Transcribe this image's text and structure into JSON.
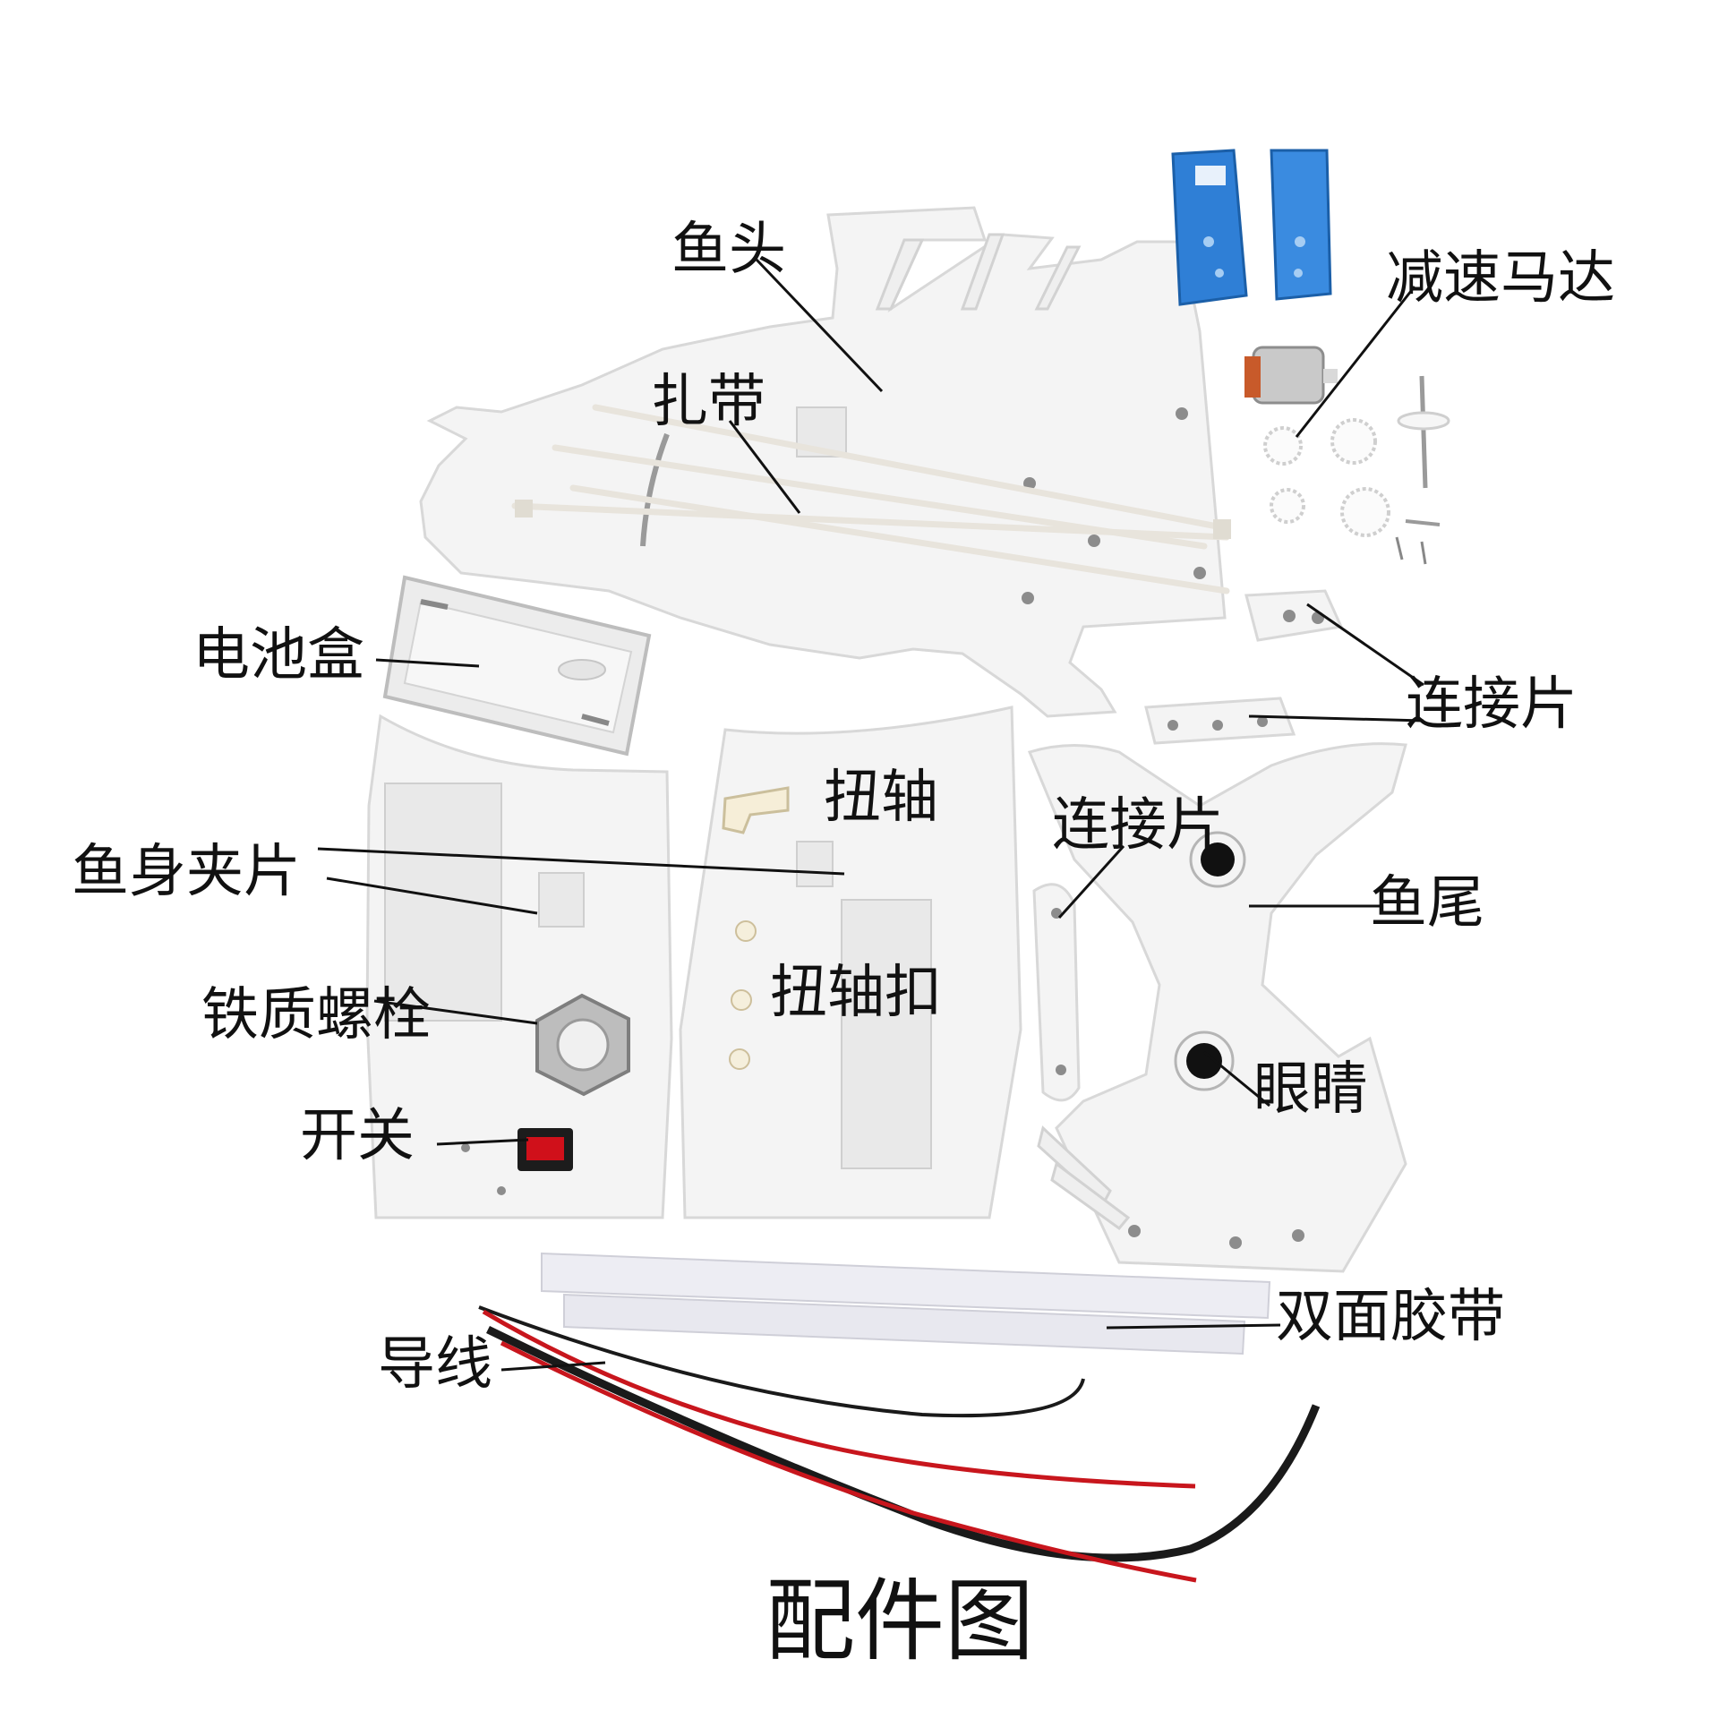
{
  "title": "配件图",
  "labels": {
    "fish_head": "鱼头",
    "cable_tie": "扎带",
    "gear_motor": "减速马达",
    "battery_box": "电池盒",
    "connector_right": "连接片",
    "twist_shaft": "扭轴",
    "connector_mid": "连接片",
    "body_clip": "鱼身夹片",
    "fish_tail": "鱼尾",
    "shaft_buckle": "扭轴扣",
    "iron_bolt": "铁质螺栓",
    "eye": "眼睛",
    "switch": "开关",
    "double_tape": "双面胶带",
    "wire": "导线"
  },
  "colors": {
    "text": "#111111",
    "background": "#ffffff",
    "gearbox_blue": "#2f7fd6",
    "wire_red": "#c8161d",
    "wire_black": "#1a1a1a",
    "switch_red": "#d0101a",
    "motor_copper": "#c85a2a"
  }
}
